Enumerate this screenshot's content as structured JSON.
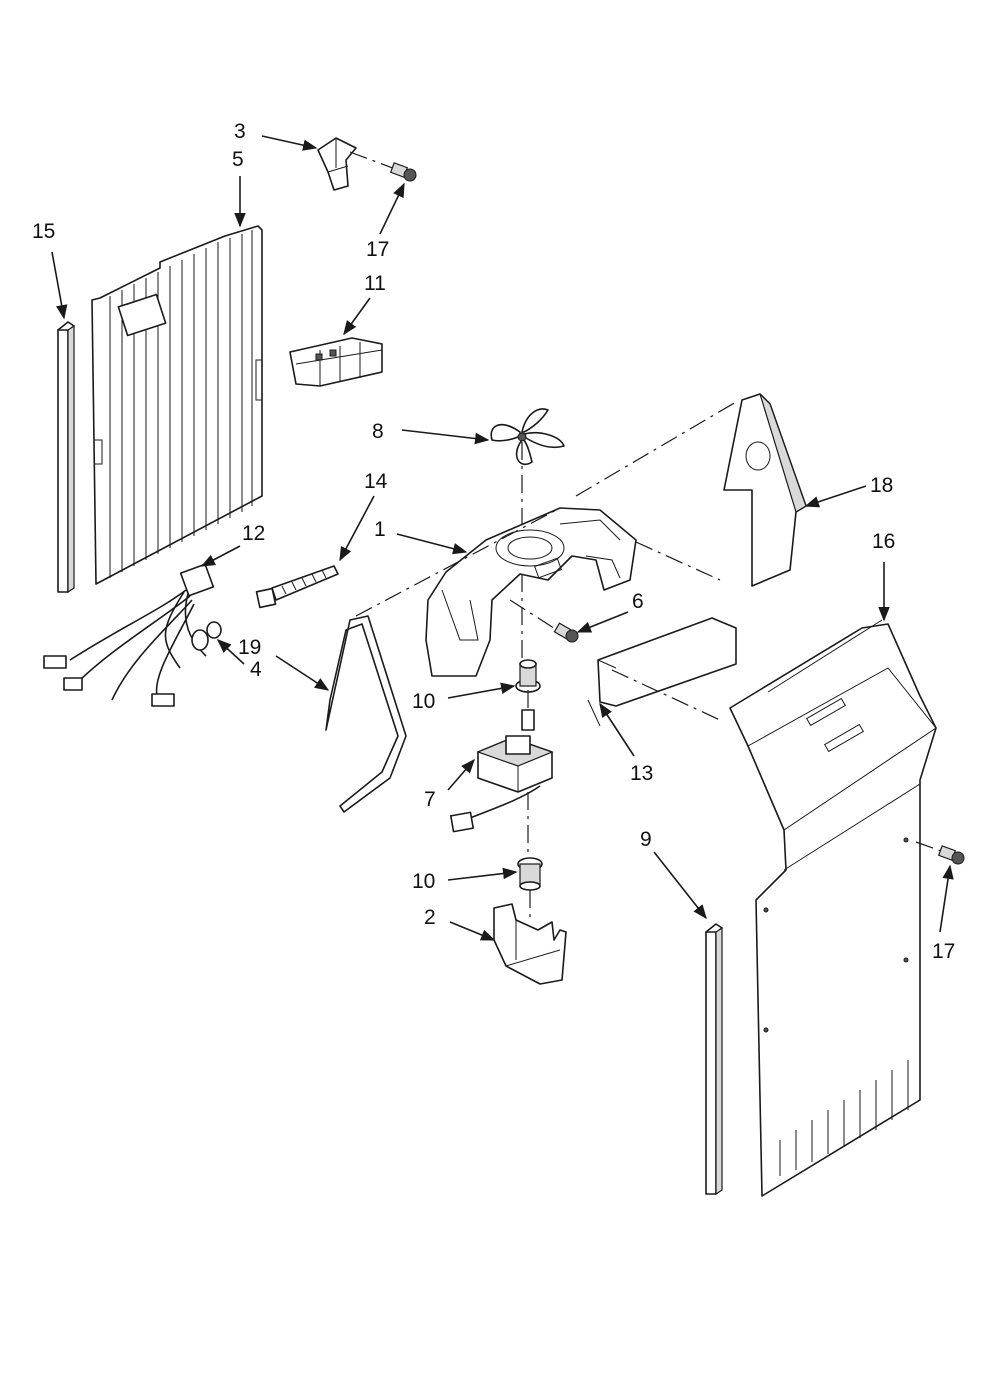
{
  "diagram": {
    "callouts": {
      "c1": "1",
      "c2": "2",
      "c3": "3",
      "c4": "4",
      "c5": "5",
      "c6": "6",
      "c7": "7",
      "c8": "8",
      "c9": "9",
      "c10a": "10",
      "c10b": "10",
      "c11": "11",
      "c12": "12",
      "c13": "13",
      "c14": "14",
      "c15": "15",
      "c16": "16",
      "c17a": "17",
      "c17b": "17",
      "c18": "18",
      "c19": "19"
    }
  }
}
